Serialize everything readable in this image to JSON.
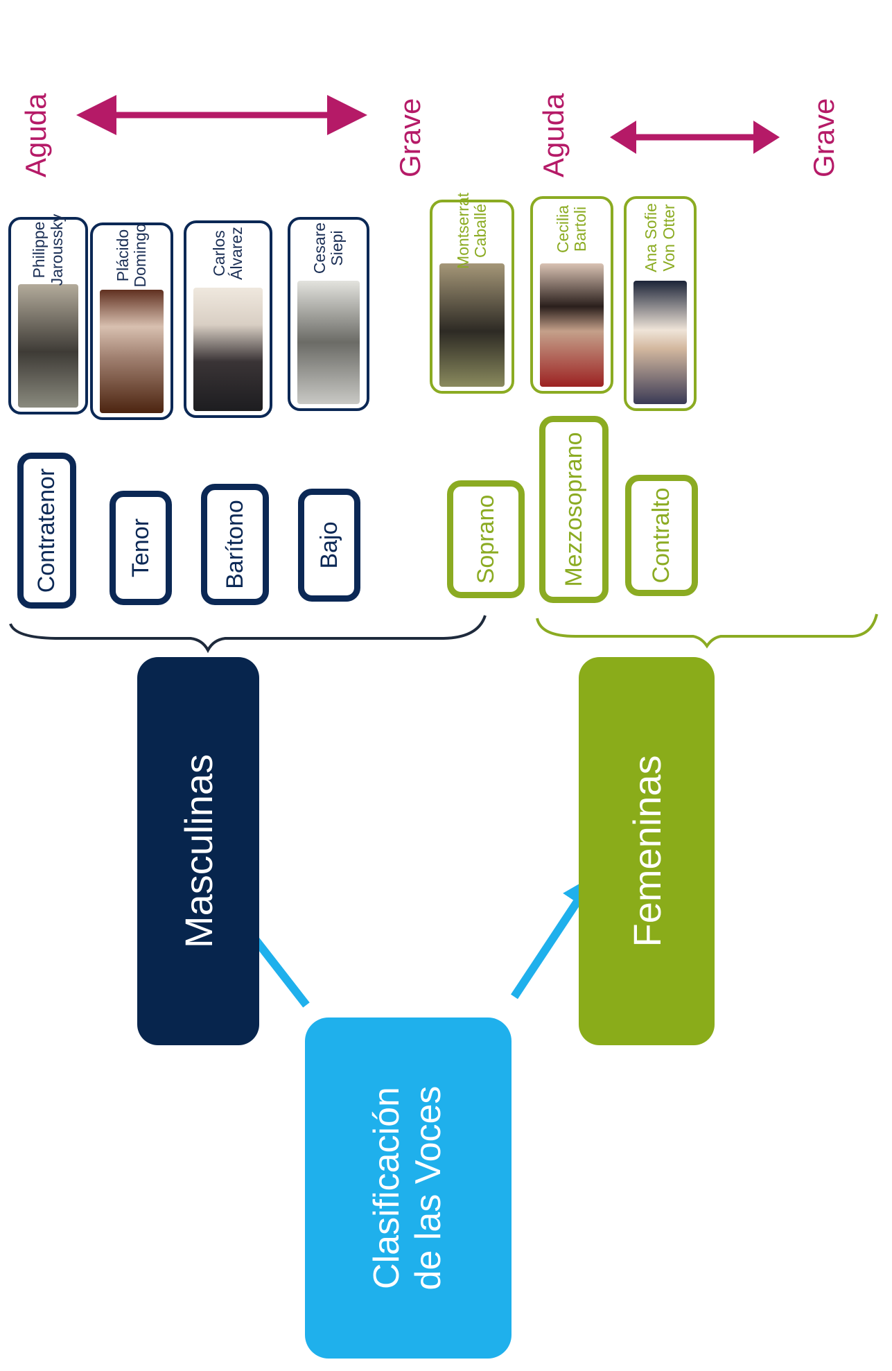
{
  "root": {
    "label": "Clasificación\nde las Voces"
  },
  "categories": {
    "male": {
      "label": "Masculinas",
      "voices": [
        "Contratenor",
        "Tenor",
        "Barítono",
        "Bajo"
      ],
      "singers": [
        "Philippe\nJaroussky",
        "Plácido\nDomingo",
        "Carlos\nÁlvarez",
        "Cesare\nSiepi"
      ]
    },
    "female": {
      "label": "Femeninas",
      "voices": [
        "Soprano",
        "Mezzosoprano",
        "Contralto"
      ],
      "singers": [
        "Montserrat\nCaballé",
        "Cecilia\nBartoli",
        "Ana Sofie\nVon Otter"
      ]
    }
  },
  "range": {
    "high": "Aguda",
    "low": "Grave"
  },
  "colors": {
    "root": "#1fb0ec",
    "male": "#07254d",
    "female": "#8aac1a",
    "arrow": "#1fb0ec",
    "range": "#b51a67"
  }
}
